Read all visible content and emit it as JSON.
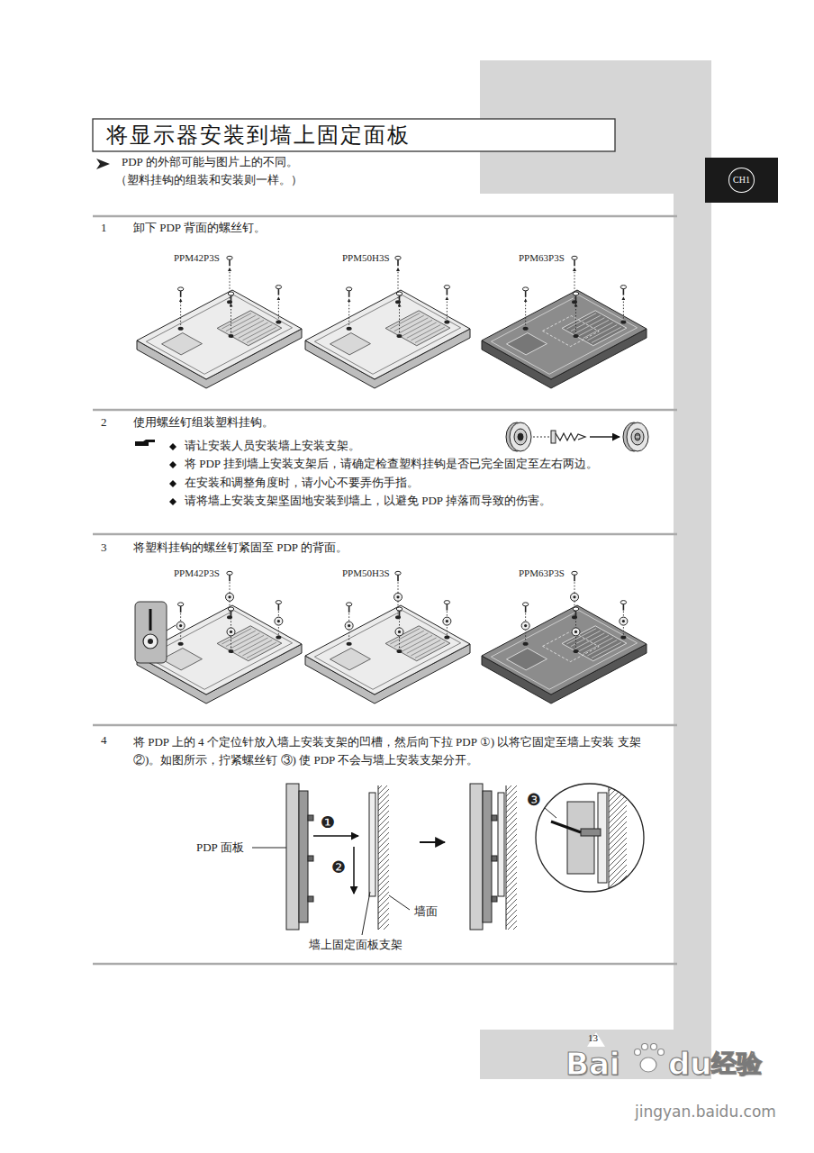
{
  "diagram": {
    "title": "将显示器安装到墙上固定面板",
    "nodes": [
      {
        "text": [
          "CH1"
        ]
      }
    ],
    "labels": [
      "PDP 的外部可能与图片上的不同。",
      "（塑料挂钩的组装和安装则一样。）",
      "1",
      "卸下 PDP 背面的螺丝钉。",
      "PPM42P3S",
      "PPM50H3S",
      "PPM63P3S",
      "2",
      "使用螺丝钉组装塑料挂钩。",
      "请让安装人员安装墙上安装支架。",
      "将 PDP 挂到墙上安装支架后，请确定检查塑料挂钩是否已完全固定至左右两边。",
      "在安装和调整角度时，请小心不要弄伤手指。",
      "请将墙上安装支架坚固地安装到墙上，以避免 PDP 掉落而导致的伤害。",
      "3",
      "将塑料挂钩的螺丝钉紧固至 PDP 的背面。",
      "PPM42P3S",
      "PPM50H3S",
      "PPM63P3S",
      "4",
      "将 PDP 上的 4 个定位针放入墙上安装支架的凹槽，然后向下拉 PDP ①) 以将它固定至墙上安装 支架 ②)。如图所示，拧紧螺丝钉 ③) 使 PDP 不会与墙上安装支架分开。",
      "❶",
      "❷",
      "PDP 面板",
      "墙面",
      "墙上固定面板支架",
      "❸",
      "13",
      "Bai",
      "du",
      "经验",
      "jingyan.baidu.com"
    ]
  }
}
